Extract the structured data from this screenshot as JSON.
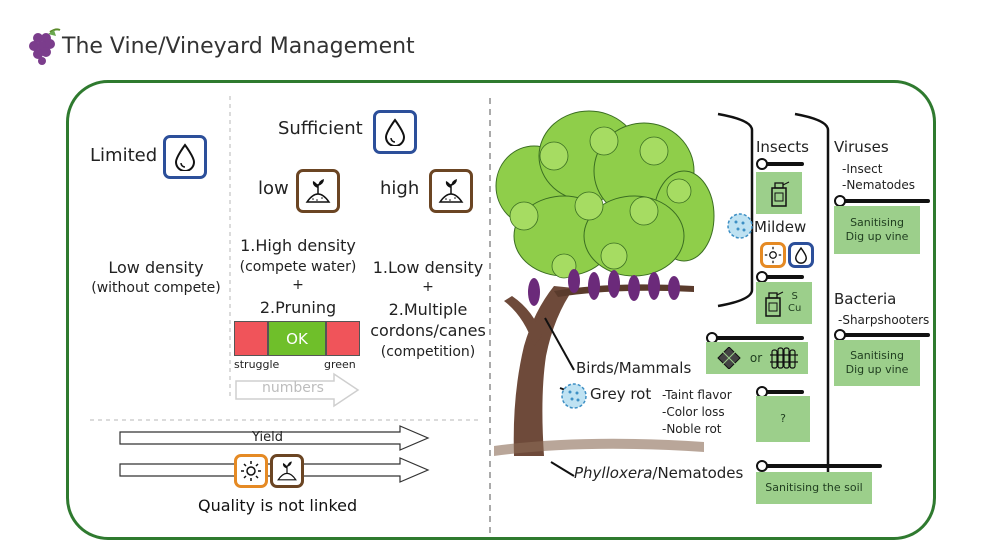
{
  "title": "The Vine/Vineyard Management",
  "left": {
    "limited": "Limited",
    "sufficient": "Sufficient",
    "low": "low",
    "high": "high",
    "low_density": "Low density",
    "without_compete": "(without compete)",
    "high_density": "1.High density",
    "compete_water": "(compete water)",
    "plus1": "+",
    "pruning": "2.Pruning",
    "ok": "OK",
    "struggle": "struggle",
    "green": "green",
    "numbers": "numbers",
    "low_density2": "1.Low density",
    "plus2": "+",
    "multiple": "2.Multiple",
    "cordons": "cordons/canes",
    "competition": "(competition)",
    "yield": "Yield",
    "quality": "Quality is not linked"
  },
  "right": {
    "insects": "Insects",
    "mildew": "Mildew",
    "s": "S",
    "cu": "Cu",
    "viruses": "Viruses",
    "insect": "-Insect",
    "nematodes": "-Nematodes",
    "sanitising": "Sanitising",
    "dig_up": "Dig up vine",
    "bacteria": "Bacteria",
    "sharpshooters": "-Sharpshooters",
    "sanitising2": "Sanitising",
    "dig_up2": "Dig up vine",
    "birds": "Birds/Mammals",
    "or": "or",
    "grey_rot": "Grey rot",
    "taint": "-Taint flavor",
    "color_loss": "-Color loss",
    "noble_rot": "-Noble rot",
    "question": "?",
    "phylloxera": "Phylloxera",
    "nematodes2": "/Nematodes",
    "sanitising_soil": "Sanitising the soil"
  },
  "colors": {
    "frame": "#2f7a2f",
    "ok": "#6fbf2a",
    "red": "#f0545a",
    "water": "#2c4f9a",
    "sun": "#e58a24",
    "soil": "#6b4523",
    "action": "#9ccf8b"
  },
  "icons": [
    "grapes-icon",
    "water-drop-icon",
    "soil-sprout-icon",
    "sun-icon",
    "spray-can-icon",
    "fungus-icon",
    "net-icon",
    "fence-icon",
    "vine-icon"
  ]
}
